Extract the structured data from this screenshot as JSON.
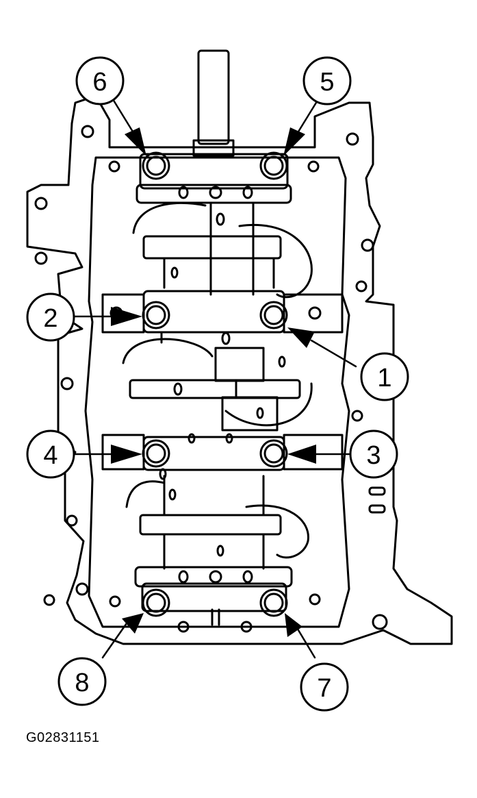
{
  "diagram": {
    "figure_id": "G02831151",
    "callouts": [
      {
        "id": "1",
        "label": "1"
      },
      {
        "id": "2",
        "label": "2"
      },
      {
        "id": "3",
        "label": "3"
      },
      {
        "id": "4",
        "label": "4"
      },
      {
        "id": "5",
        "label": "5"
      },
      {
        "id": "6",
        "label": "6"
      },
      {
        "id": "7",
        "label": "7"
      },
      {
        "id": "8",
        "label": "8"
      }
    ],
    "colors": {
      "line": "#000000",
      "background": "#ffffff"
    }
  }
}
